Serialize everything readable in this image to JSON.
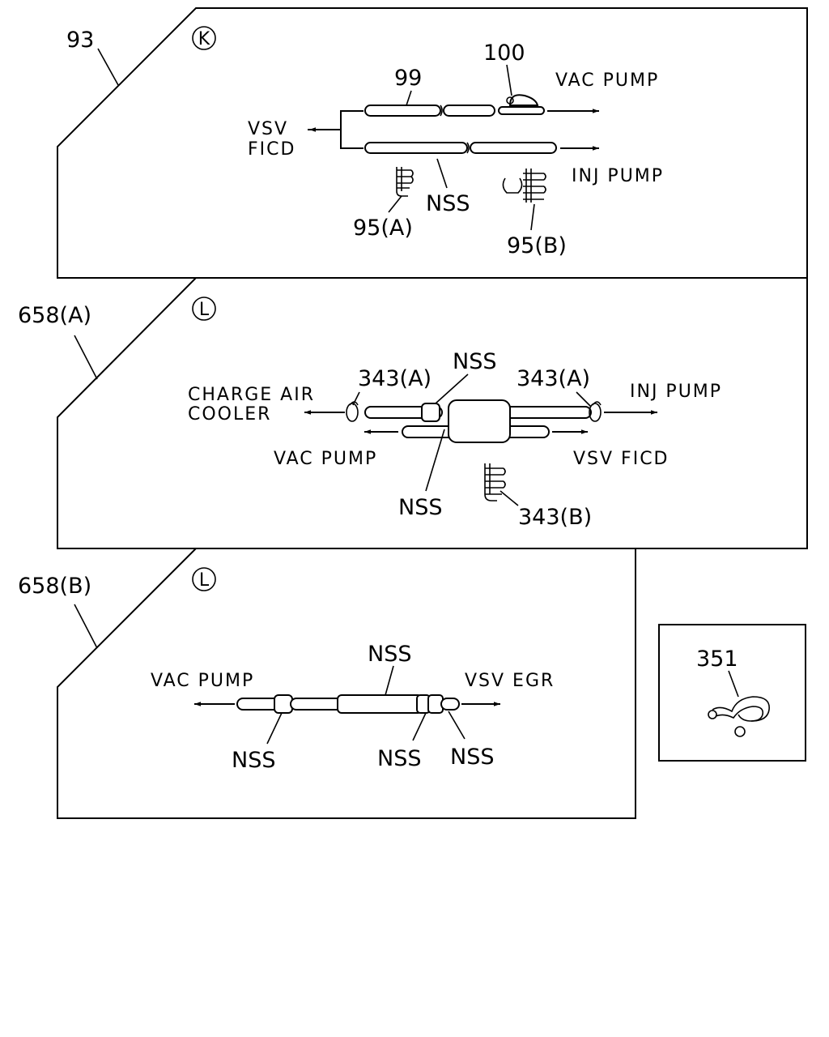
{
  "panel_k": {
    "callout": "93",
    "view_letter": "K",
    "part_99": "99",
    "part_100": "100",
    "vac_pump": "VAC PUMP",
    "vsv_line1": "VSV",
    "vsv_line2": "FICD",
    "inj_pump": "INJ PUMP",
    "nss": "NSS",
    "clip_a": "95(A)",
    "clip_b": "95(B)"
  },
  "panel_l_a": {
    "callout": "658(A)",
    "view_letter": "L",
    "clamp_left": "343(A)",
    "clamp_right": "343(A)",
    "nss_top": "NSS",
    "nss_bottom": "NSS",
    "charge_line1": "CHARGE AIR",
    "charge_line2": "COOLER",
    "inj_pump": "INJ PUMP",
    "vac_pump": "VAC PUMP",
    "vsv_ficd": "VSV FICD",
    "clip_b": "343(B)"
  },
  "panel_l_b": {
    "callout": "658(B)",
    "view_letter": "L",
    "vac_pump": "VAC PUMP",
    "vsv_egr": "VSV EGR",
    "nss_top": "NSS",
    "nss_left": "NSS",
    "nss_mid": "NSS",
    "nss_right": "NSS"
  },
  "inset": {
    "part": "351"
  }
}
